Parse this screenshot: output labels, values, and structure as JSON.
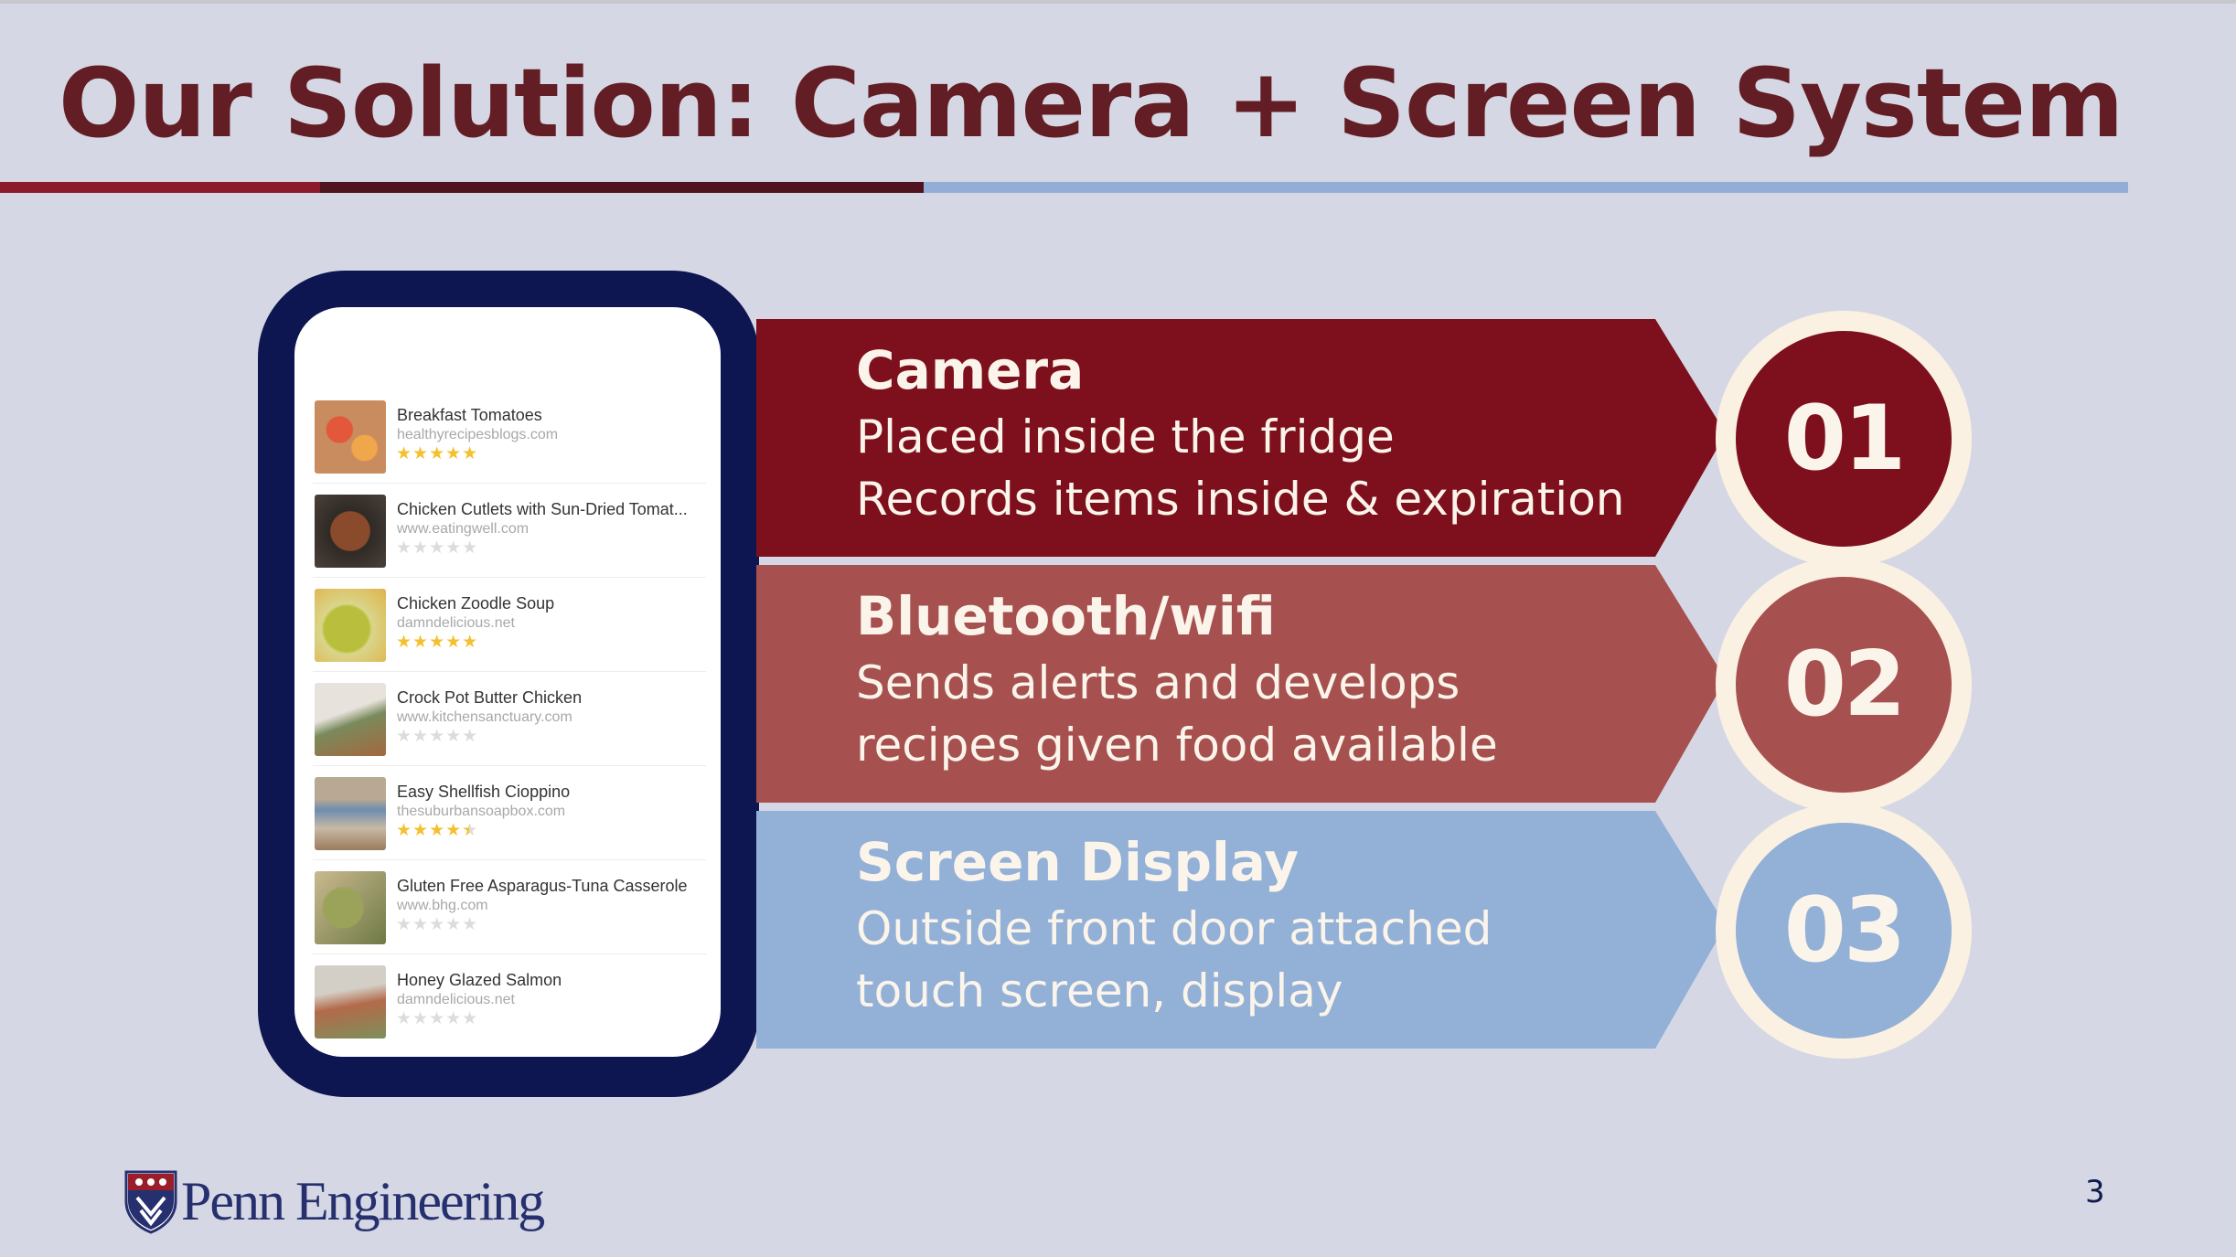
{
  "slide": {
    "title": "Our Solution: Camera + Screen System",
    "page_number": "3",
    "logo_text": "Penn Engineering"
  },
  "phone_recipes": [
    {
      "name": "Breakfast Tomatoes",
      "site": "healthyrecipesblogs.com",
      "rating": 5,
      "stars": "★★★★★"
    },
    {
      "name": "Chicken Cutlets with Sun-Dried Tomat...",
      "site": "www.eatingwell.com",
      "rating": 0,
      "stars": "★★★★★"
    },
    {
      "name": "Chicken Zoodle Soup",
      "site": "damndelicious.net",
      "rating": 5,
      "stars": "★★★★★"
    },
    {
      "name": "Crock Pot Butter Chicken",
      "site": "www.kitchensanctuary.com",
      "rating": 0,
      "stars": "★★★★★"
    },
    {
      "name": "Easy Shellfish Cioppino",
      "site": "thesuburbansoapbox.com",
      "rating": 4.5,
      "stars": "★★★★★"
    },
    {
      "name": "Gluten Free Asparagus-Tuna Casserole",
      "site": "www.bhg.com",
      "rating": 0,
      "stars": "★★★★★"
    },
    {
      "name": "Honey Glazed Salmon",
      "site": "damndelicious.net",
      "rating": 0,
      "stars": "★★★★★"
    }
  ],
  "features": [
    {
      "number": "01",
      "heading": "Camera",
      "line1": "Placed inside the fridge",
      "line2": "Records items inside & expiration",
      "color": "#7d101c"
    },
    {
      "number": "02",
      "heading": "Bluetooth/wifi",
      "line1": "Sends alerts and develops",
      "line2": "recipes given food available",
      "color": "#a6514f"
    },
    {
      "number": "03",
      "heading": "Screen Display",
      "line1": "Outside front door attached",
      "line2": "touch screen, display",
      "color": "#93b0d7"
    }
  ],
  "colors": {
    "title": "#631d24",
    "background": "#d5d8e4",
    "phone_frame": "#0d1650",
    "star": "#f3c12e"
  }
}
